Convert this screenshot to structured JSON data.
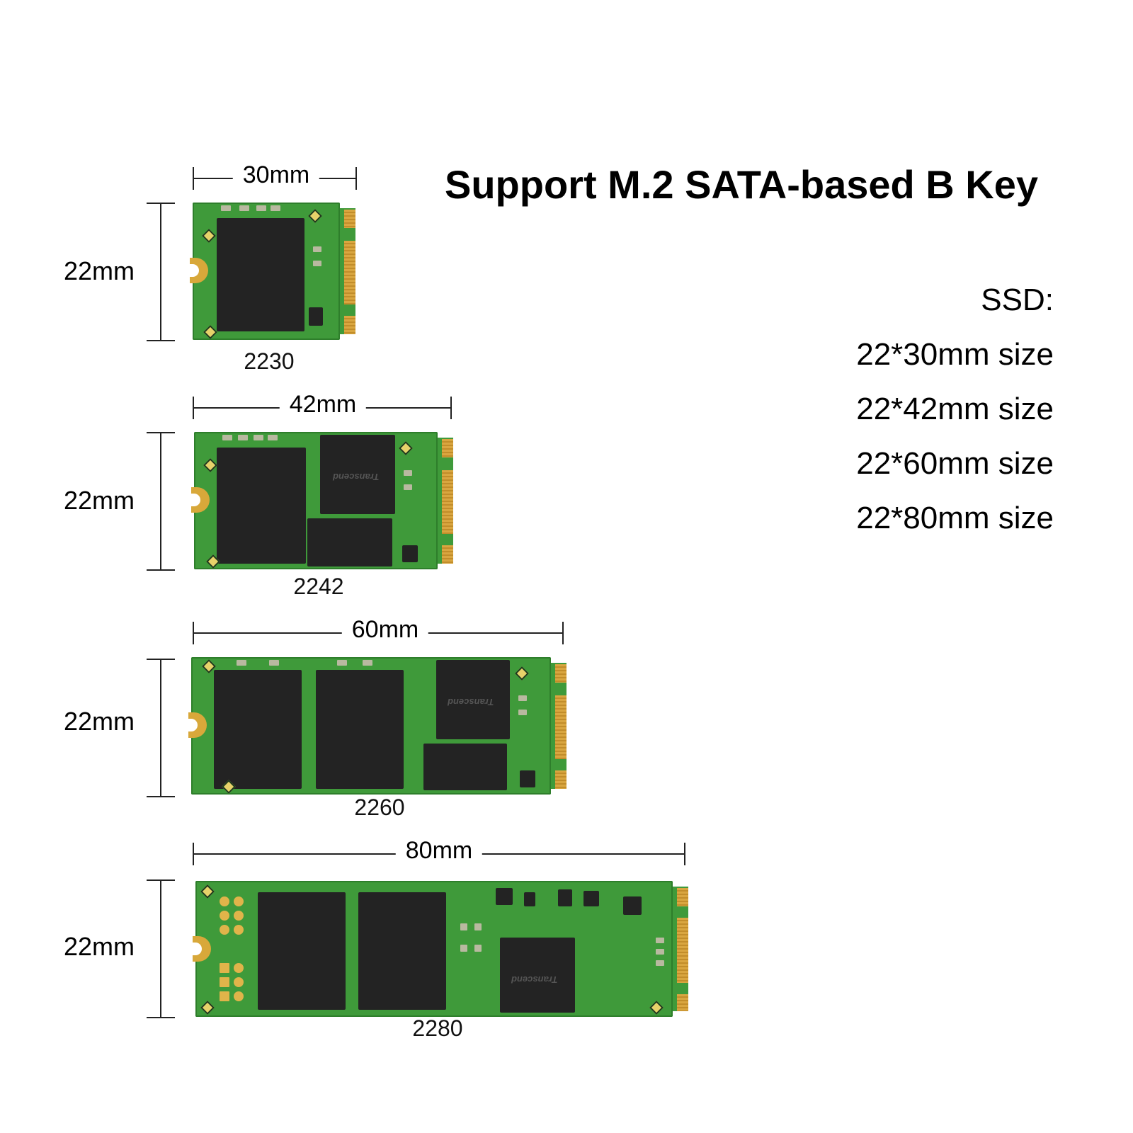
{
  "title": "Support M.2 SATA-based B Key",
  "specs": {
    "heading": "SSD:",
    "sizes": [
      "22*30mm size",
      "22*42mm size",
      "22*60mm size",
      "22*80mm size"
    ]
  },
  "cards": [
    {
      "model": "2230",
      "width_label": "30mm",
      "height_label": "22mm"
    },
    {
      "model": "2242",
      "width_label": "42mm",
      "height_label": "22mm"
    },
    {
      "model": "2260",
      "width_label": "60mm",
      "height_label": "22mm"
    },
    {
      "model": "2280",
      "width_label": "80mm",
      "height_label": "22mm"
    }
  ],
  "chip_brand": "Transcend",
  "colors": {
    "pcb": "#3f9a3a",
    "gold": "#d9a640",
    "chip": "#232323"
  }
}
